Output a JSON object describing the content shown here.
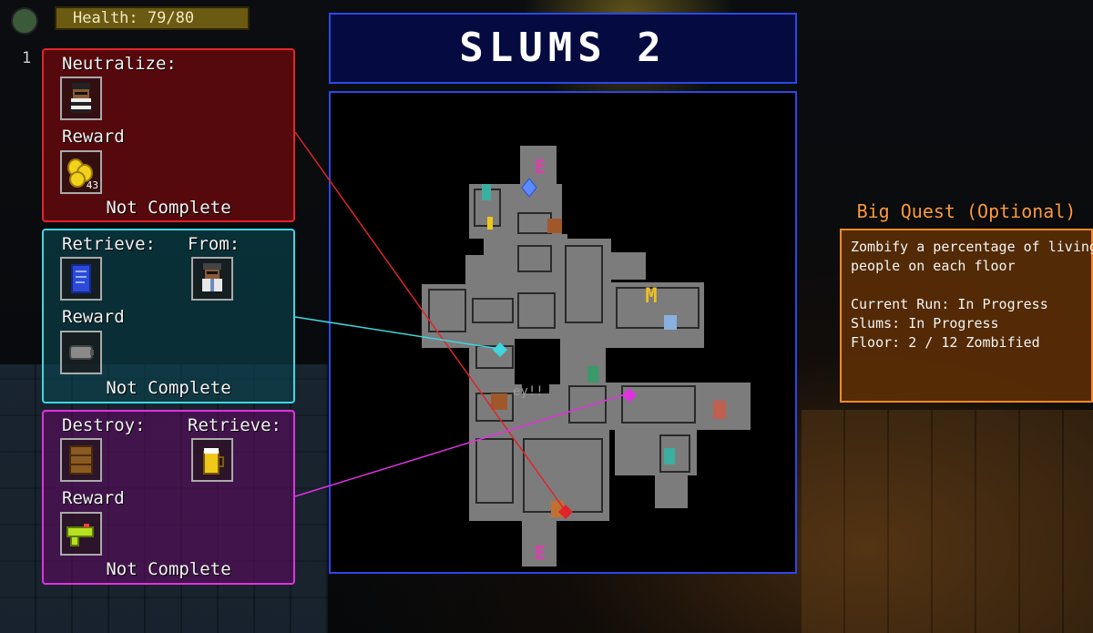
{
  "hud": {
    "health_text": "Health: 79/80",
    "count": "1"
  },
  "quests": [
    {
      "status": "Not Complete",
      "label1": "Neutralize:",
      "reward_label": "Reward",
      "reward_badge": "43"
    },
    {
      "status": "Not Complete",
      "label1": "Retrieve:",
      "label2": "From:",
      "reward_label": "Reward"
    },
    {
      "status": "Not Complete",
      "label1": "Destroy:",
      "label2": "Retrieve:",
      "reward_label": "Reward"
    }
  ],
  "map": {
    "title": "SLUMS 2",
    "markers": {
      "exit_top": "E",
      "exit_bottom": "E",
      "mayor": "M",
      "bg_text": "ey!!"
    }
  },
  "big_quest": {
    "title": "Big Quest (Optional)",
    "lines": [
      "Zombify a percentage of living",
      "people on each floor",
      "",
      "Current Run: In Progress",
      "Slums: In Progress",
      "Floor: 2 / 12 Zombified"
    ]
  },
  "colors": {
    "quest1": "#e0242c",
    "quest2": "#3fd6e0",
    "quest3": "#e032e0",
    "title_border": "#2a48e8",
    "big_quest": "#ff8a22"
  }
}
